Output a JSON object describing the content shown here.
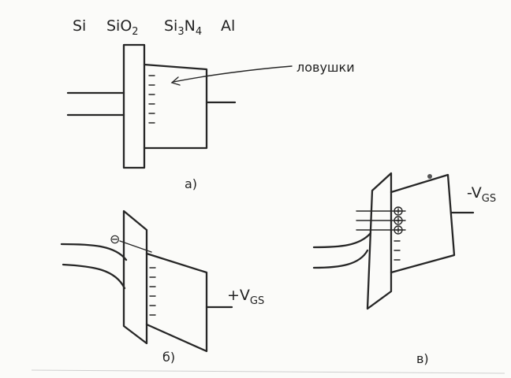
{
  "materials": {
    "si": "Si",
    "sio2": "SiO",
    "sio2_sub": "2",
    "si3n4_a": "Si",
    "si3n4_sub1": "3",
    "si3n4_b": "N",
    "si3n4_sub2": "4",
    "al": "Al"
  },
  "annotations": {
    "traps": "ловушки",
    "electron": "⊖"
  },
  "subfigures": {
    "a": "a)",
    "b": "б)",
    "c": "в)"
  },
  "voltages": {
    "positive": "+V",
    "negative": "-V",
    "gs_sub": "GS"
  }
}
